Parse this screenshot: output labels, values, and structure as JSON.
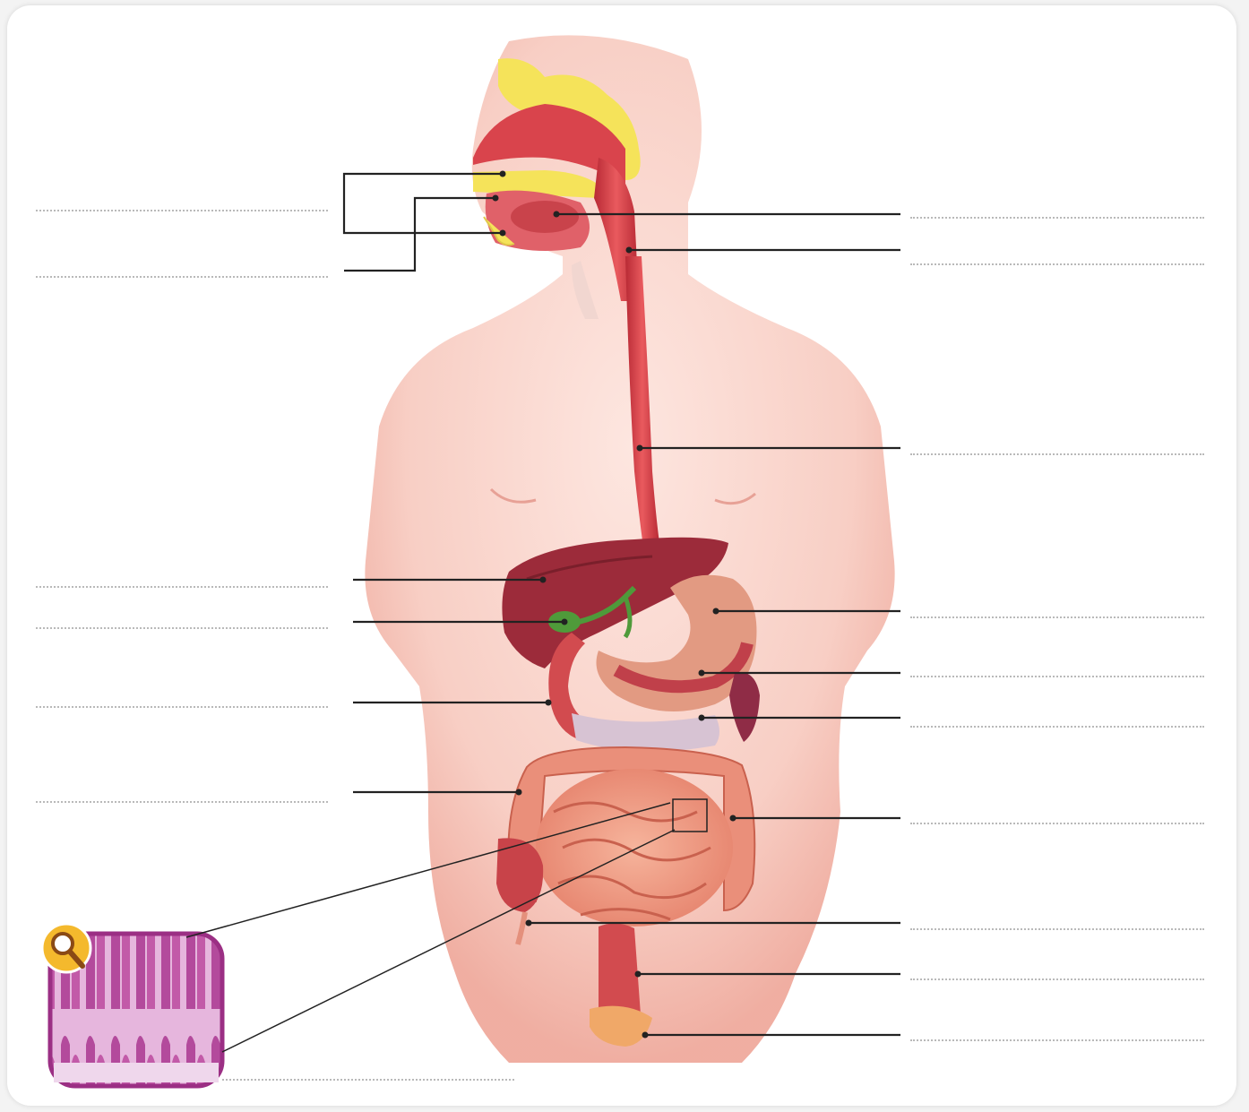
{
  "diagram": {
    "kind": "digestive-system-worksheet",
    "colors": {
      "skin": "#f6c7bd",
      "skin_shadow": "#e9a094",
      "tract": "#d9444c",
      "liver": "#9c2b3a",
      "stomach": "#e29a82",
      "gallbladder": "#4f9a3a",
      "pancreas": "#d7c3d3",
      "intestine": "#ef9e86",
      "sinus_bone": "#f5e35a",
      "leader": "#222222",
      "blank": "#b9b9b9"
    },
    "label_slots": [
      {
        "id": "mouth_group",
        "answer": ""
      },
      {
        "id": "teeth",
        "answer": ""
      },
      {
        "id": "salivary_gland",
        "answer": ""
      },
      {
        "id": "pharynx",
        "answer": ""
      },
      {
        "id": "esophagus",
        "answer": ""
      },
      {
        "id": "liver",
        "answer": ""
      },
      {
        "id": "gallbladder",
        "answer": ""
      },
      {
        "id": "duodenum",
        "answer": ""
      },
      {
        "id": "ascending_colon",
        "answer": ""
      },
      {
        "id": "stomach",
        "answer": ""
      },
      {
        "id": "stomach_lining",
        "answer": ""
      },
      {
        "id": "pancreas",
        "answer": ""
      },
      {
        "id": "large_intestine",
        "answer": ""
      },
      {
        "id": "appendix",
        "answer": ""
      },
      {
        "id": "rectum",
        "answer": ""
      },
      {
        "id": "anus",
        "answer": ""
      },
      {
        "id": "villi",
        "answer": ""
      }
    ],
    "magnifier_icon": "magnifying-glass-icon"
  }
}
